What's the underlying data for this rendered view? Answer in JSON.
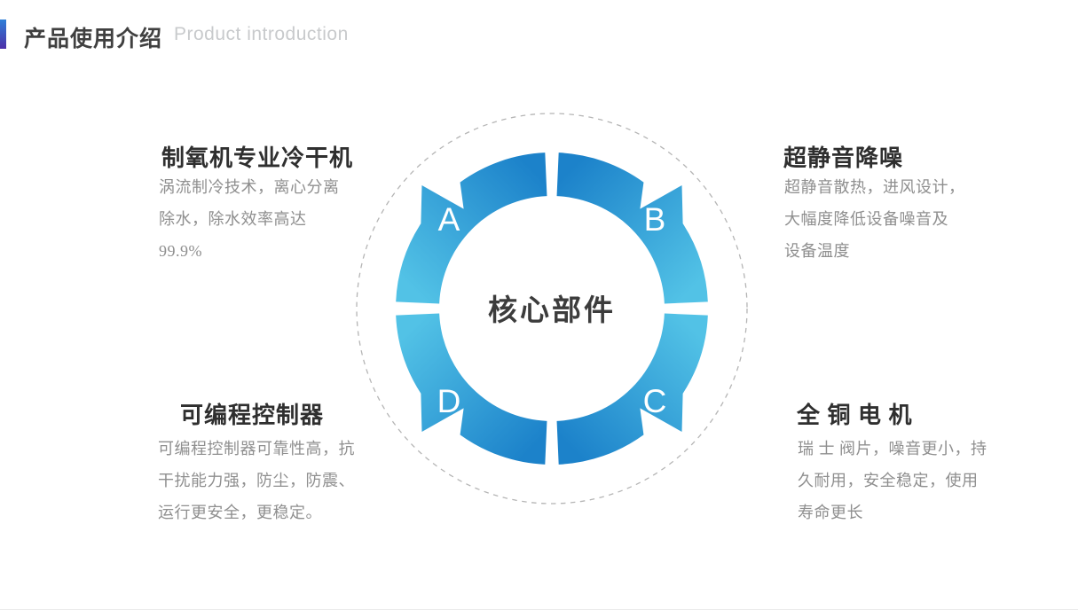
{
  "slide": {
    "header": {
      "title_zh": "产品使用介绍",
      "title_en": "Product introduction"
    },
    "diagram": {
      "center_label": "核心部件",
      "segments": [
        {
          "letter": "A"
        },
        {
          "letter": "B"
        },
        {
          "letter": "C"
        },
        {
          "letter": "D"
        }
      ],
      "colors": {
        "gradient_start": "#1c82ca",
        "gradient_end": "#52c2e6",
        "dashed_ring": "#b5b5b5"
      }
    },
    "features": [
      {
        "placement": "top-left",
        "title": "制氧机专业冷干机",
        "lines": [
          "涡流制冷技术，离心分离",
          "除水，除水效率高达",
          "99.9%"
        ]
      },
      {
        "placement": "top-right",
        "title": "超静音降噪",
        "lines": [
          "超静音散热，进风设计，",
          "大幅度降低设备噪音及",
          "设备温度"
        ]
      },
      {
        "placement": "bottom-left",
        "title": "可编程控制器",
        "lines": [
          "可编程控制器可靠性高，抗",
          "干扰能力强，防尘，防震、",
          "运行更安全，更稳定。"
        ]
      },
      {
        "placement": "bottom-right",
        "title": "全 铜 电 机",
        "lines": [
          "瑞 士 阀片，噪音更小，持",
          "久耐用，安全稳定，使用",
          "寿命更长"
        ]
      }
    ],
    "accent": {
      "bar_top": "#2e7fd8",
      "bar_bottom": "#4c2fa8"
    }
  }
}
